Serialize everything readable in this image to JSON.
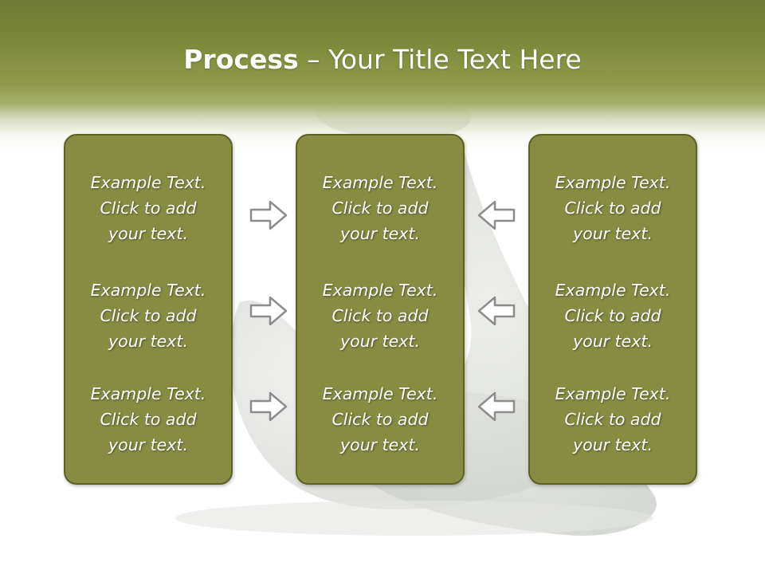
{
  "title": {
    "strong": "Process",
    "rest": " – Your Title Text Here"
  },
  "colors": {
    "header_dark": "#6f7a36",
    "box_fill": "#878c42",
    "box_border": "#5d6122",
    "arrow_fill": "#ffffff",
    "arrow_stroke": "#8c8c8c"
  },
  "columns": [
    {
      "items": [
        {
          "line1": "Example Text.",
          "line2": "Click  to add",
          "line3": "your text."
        },
        {
          "line1": "Example Text.",
          "line2": "Click  to add",
          "line3": "your text."
        },
        {
          "line1": "Example Text.",
          "line2": "Click  to add",
          "line3": "your text."
        }
      ]
    },
    {
      "items": [
        {
          "line1": "Example Text.",
          "line2": "Click  to add",
          "line3": "your text."
        },
        {
          "line1": "Example Text.",
          "line2": "Click  to add",
          "line3": "your text."
        },
        {
          "line1": "Example Text.",
          "line2": "Click  to add",
          "line3": "your text."
        }
      ]
    },
    {
      "items": [
        {
          "line1": "Example Text.",
          "line2": "Click  to add",
          "line3": "your text."
        },
        {
          "line1": "Example Text.",
          "line2": "Click  to add",
          "line3": "your text."
        },
        {
          "line1": "Example Text.",
          "line2": "Click  to add",
          "line3": "your text."
        }
      ]
    }
  ],
  "arrows": {
    "left_side_icon": "arrow-right-icon",
    "right_side_icon": "arrow-left-icon"
  }
}
